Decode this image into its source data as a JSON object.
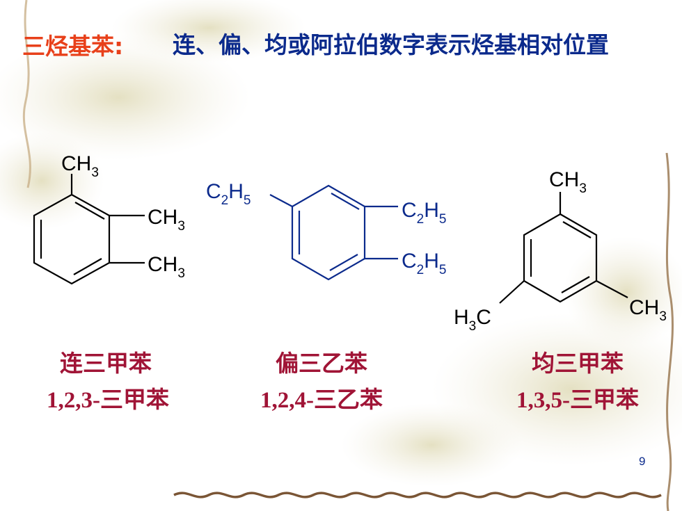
{
  "slide": {
    "heading_lead": "三烃基苯:",
    "heading_text": "连、偏、均或阿拉伯数字表示烃基相对位置",
    "page_number": "9"
  },
  "molecules": [
    {
      "labels": [
        "CH",
        "3",
        "CH",
        "3",
        "CH",
        "3"
      ],
      "common_name": "连三甲苯",
      "iupac_name": "1,2,3-三甲苯",
      "color": "#000000"
    },
    {
      "labels": [
        "C",
        "2",
        "H",
        "5",
        "C",
        "2",
        "H",
        "5",
        "C",
        "2",
        "H",
        "5"
      ],
      "common_name": "偏三乙苯",
      "iupac_name": "1,2,4-三乙苯",
      "color": "#0b2a8c"
    },
    {
      "labels": [
        "CH",
        "3",
        "H",
        "3",
        "C",
        "CH",
        "3"
      ],
      "common_name": "均三甲苯",
      "iupac_name": "1,3,5-三甲苯",
      "color": "#000000"
    }
  ],
  "colors": {
    "heading_lead": "#e8401a",
    "heading_text": "#0b2a8c",
    "name_text": "#a01436"
  }
}
